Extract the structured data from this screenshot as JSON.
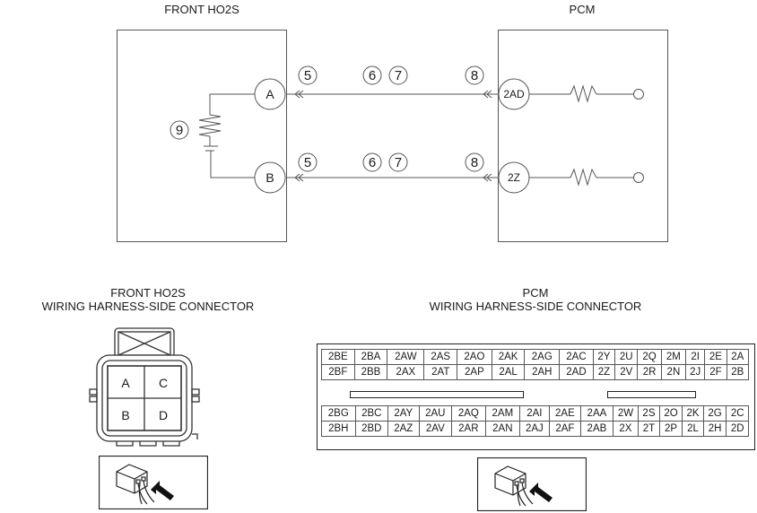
{
  "schematic": {
    "left_component": {
      "title": "FRONT HO2S",
      "terminals": [
        "A",
        "B"
      ],
      "element_callout": "9"
    },
    "right_component": {
      "title": "PCM",
      "terminals": [
        "2AD",
        "2Z"
      ]
    },
    "wires": [
      {
        "from": "A",
        "to": "2AD",
        "callouts": [
          "5",
          "6",
          "7",
          "8"
        ]
      },
      {
        "from": "B",
        "to": "2Z",
        "callouts": [
          "5",
          "6",
          "7",
          "8"
        ]
      }
    ]
  },
  "ho2s_connector": {
    "title_line1": "FRONT HO2S",
    "title_line2": "WIRING HARNESS-SIDE CONNECTOR",
    "pins": [
      [
        "A",
        "C"
      ],
      [
        "B",
        "D"
      ]
    ],
    "view_icon": "harness-side-view-icon"
  },
  "pcm_connector": {
    "title_line1": "PCM",
    "title_line2": "WIRING HARNESS-SIDE CONNECTOR",
    "upper_rows": [
      [
        "2BE",
        "2BA",
        "2AW",
        "2AS",
        "2AO",
        "2AK",
        "2AG",
        "2AC",
        "2Y",
        "2U",
        "2Q",
        "2M",
        "2I",
        "2E",
        "2A"
      ],
      [
        "2BF",
        "2BB",
        "2AX",
        "2AT",
        "2AP",
        "2AL",
        "2AH",
        "2AD",
        "2Z",
        "2V",
        "2R",
        "2N",
        "2J",
        "2F",
        "2B"
      ]
    ],
    "lower_rows": [
      [
        "2BG",
        "2BC",
        "2AY",
        "2AU",
        "2AQ",
        "2AM",
        "2AI",
        "2AE",
        "2AA",
        "2W",
        "2S",
        "2O",
        "2K",
        "2G",
        "2C"
      ],
      [
        "2BH",
        "2BD",
        "2AZ",
        "2AV",
        "2AR",
        "2AN",
        "2AJ",
        "2AF",
        "2AB",
        "2X",
        "2T",
        "2P",
        "2L",
        "2H",
        "2D"
      ]
    ],
    "view_icon": "harness-side-view-icon"
  }
}
